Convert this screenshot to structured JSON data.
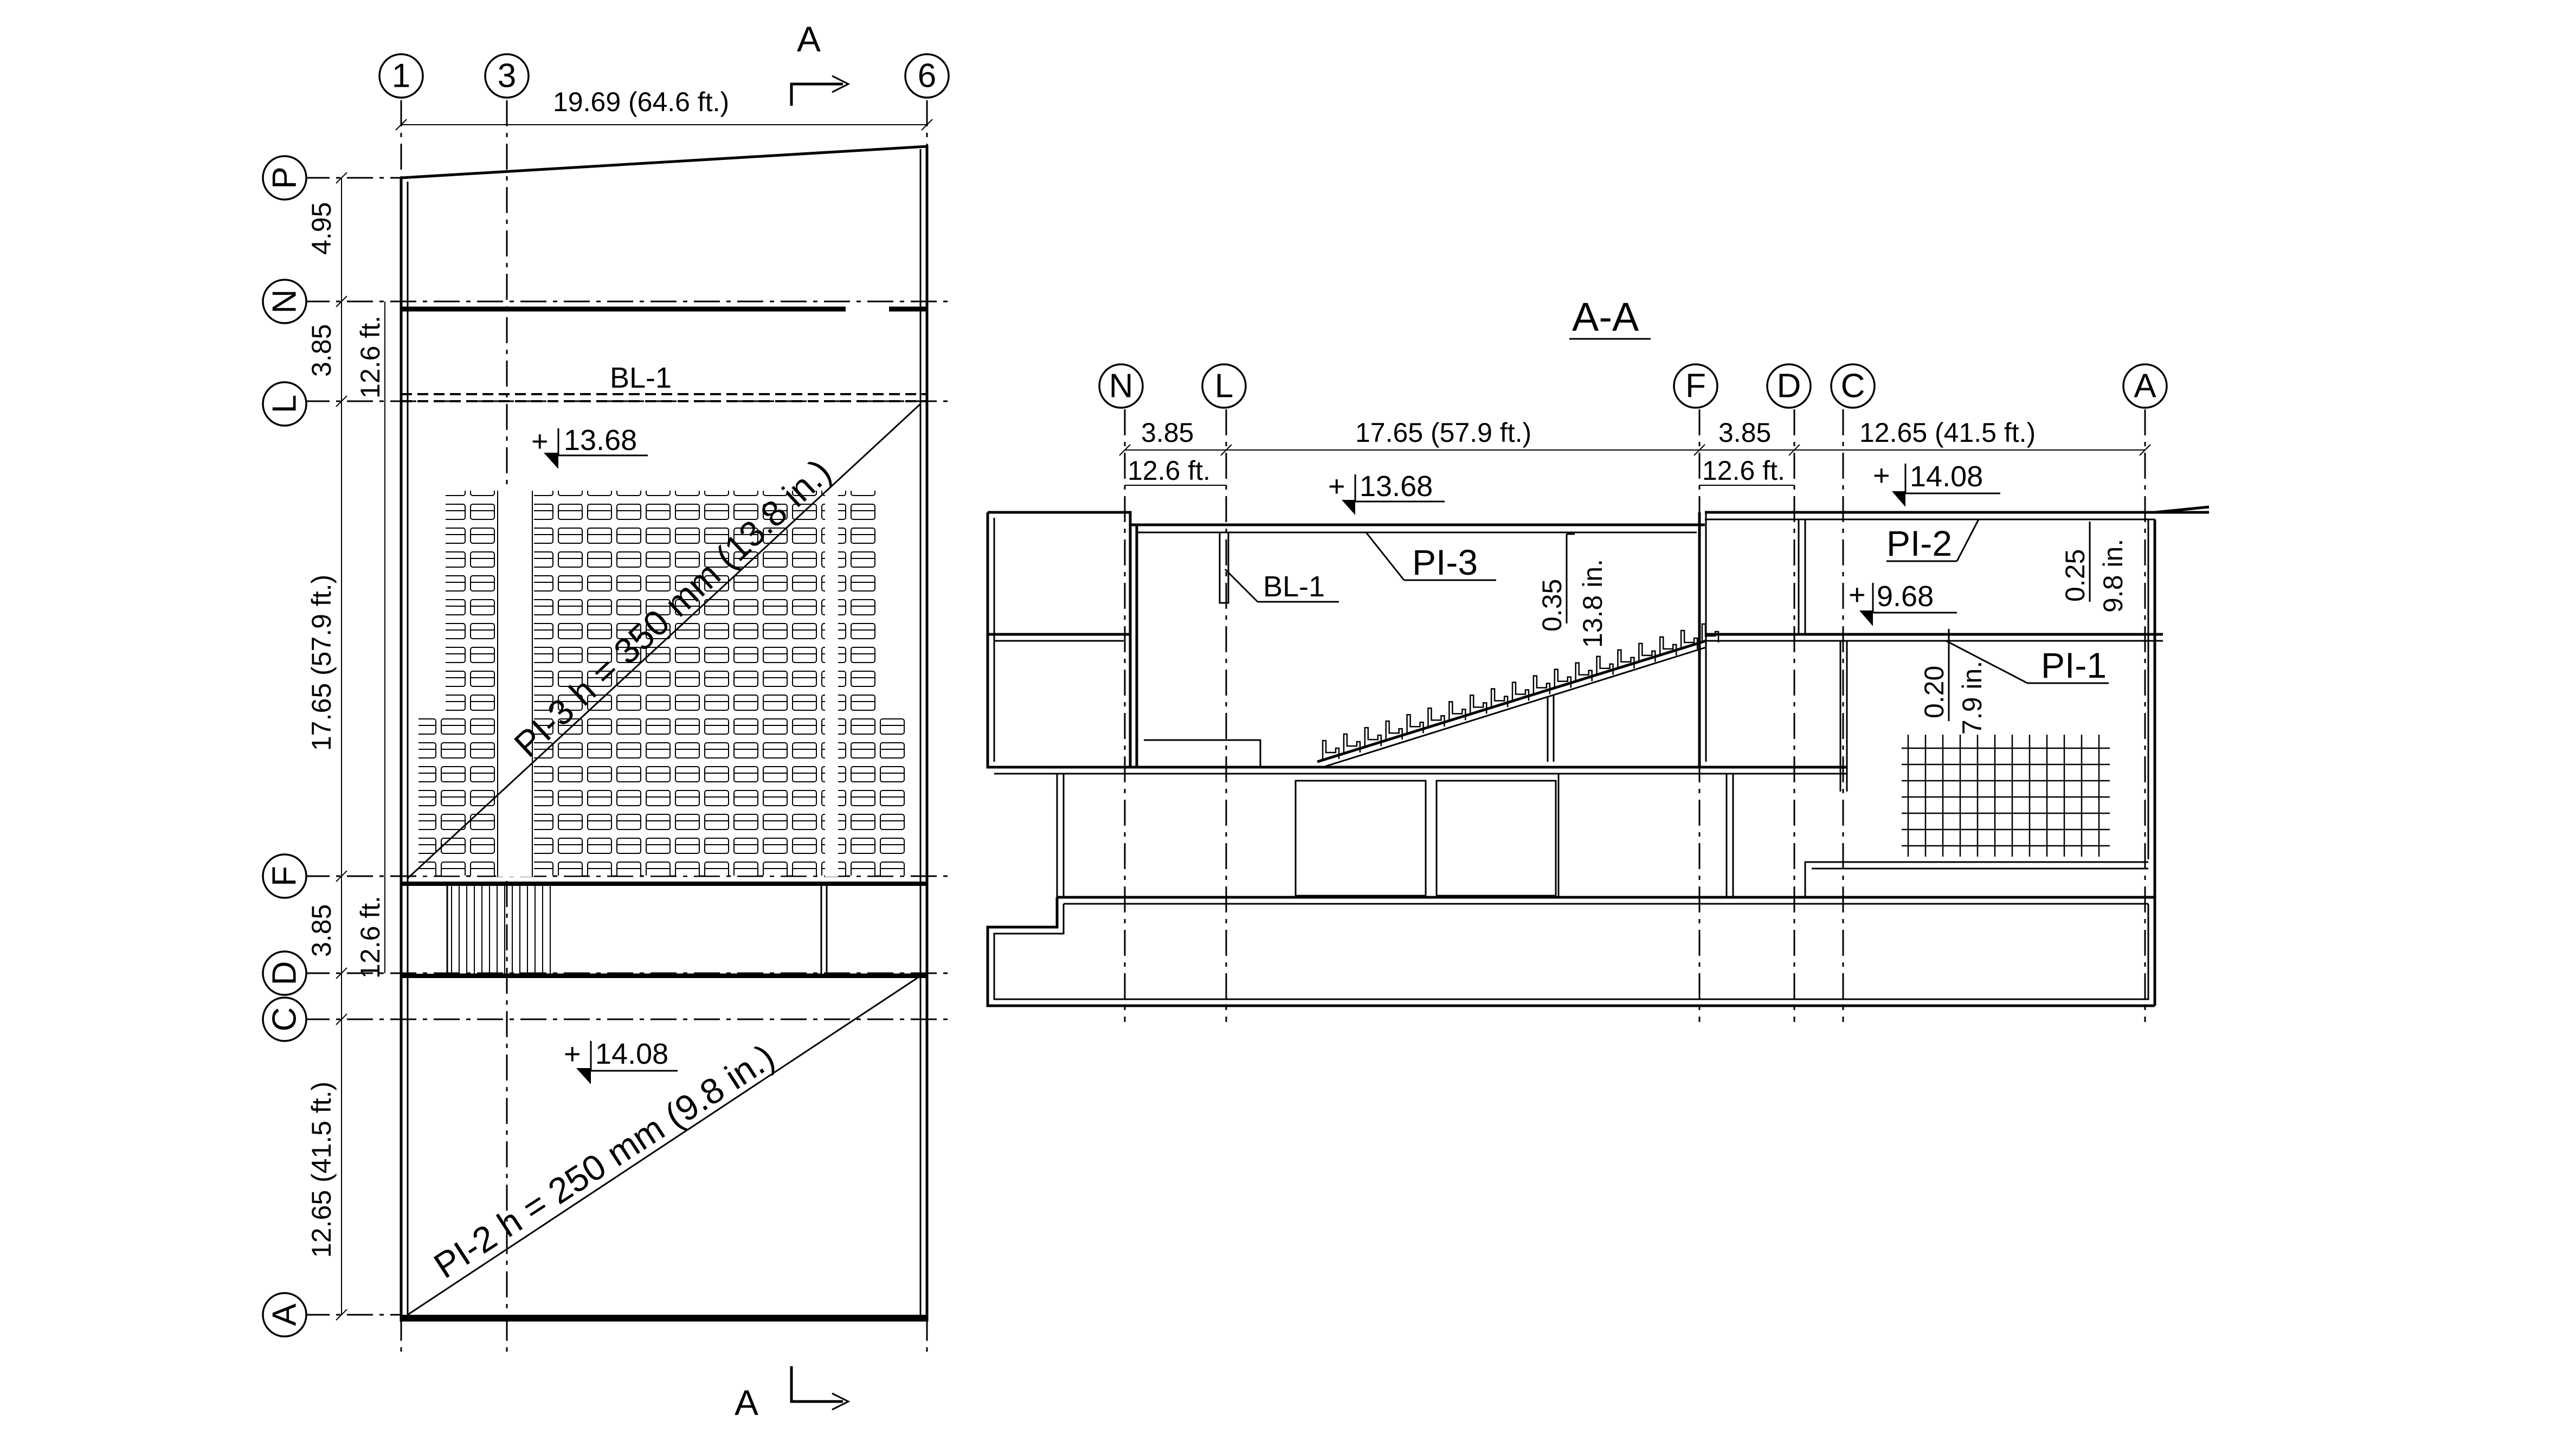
{
  "plan": {
    "grid_top": [
      "1",
      "3",
      "6"
    ],
    "grid_left": [
      "P",
      "N",
      "L",
      "F",
      "D",
      "C",
      "A"
    ],
    "dim_top": "19.69 (64.6 ft.)",
    "dim_left": [
      "4.95",
      "3.85",
      "12.6 ft.",
      "17.65 (57.9 ft.)",
      "3.85",
      "12.6 ft.",
      "12.65 (41.5 ft.)"
    ],
    "section_marks": [
      "A",
      "A"
    ],
    "beam_label": "BL-1",
    "elev_1": "13.68",
    "elev_2": "14.08",
    "elev_sign": "+",
    "slab_1": "PI-3  h = 350 mm (13.8 in.)",
    "slab_2": "PI-2  h = 250 mm (9.8 in.)"
  },
  "section": {
    "title": "A-A",
    "grid": [
      "N",
      "L",
      "F",
      "D",
      "C",
      "A"
    ],
    "dims": [
      "3.85",
      "12.6 ft.",
      "17.65 (57.9 ft.)",
      "3.85",
      "12.6 ft.",
      "12.65 (41.5 ft.)"
    ],
    "elev_sign": "+",
    "elev_1": "13.68",
    "elev_2": "14.08",
    "elev_3": "9.68",
    "labels": [
      "BL-1",
      "PI-3",
      "PI-2",
      "PI-1"
    ],
    "thick_1": [
      "0.35",
      "13.8 in."
    ],
    "thick_2": [
      "0.25",
      "9.8 in."
    ],
    "thick_3": [
      "0.20",
      "7.9 in."
    ]
  }
}
